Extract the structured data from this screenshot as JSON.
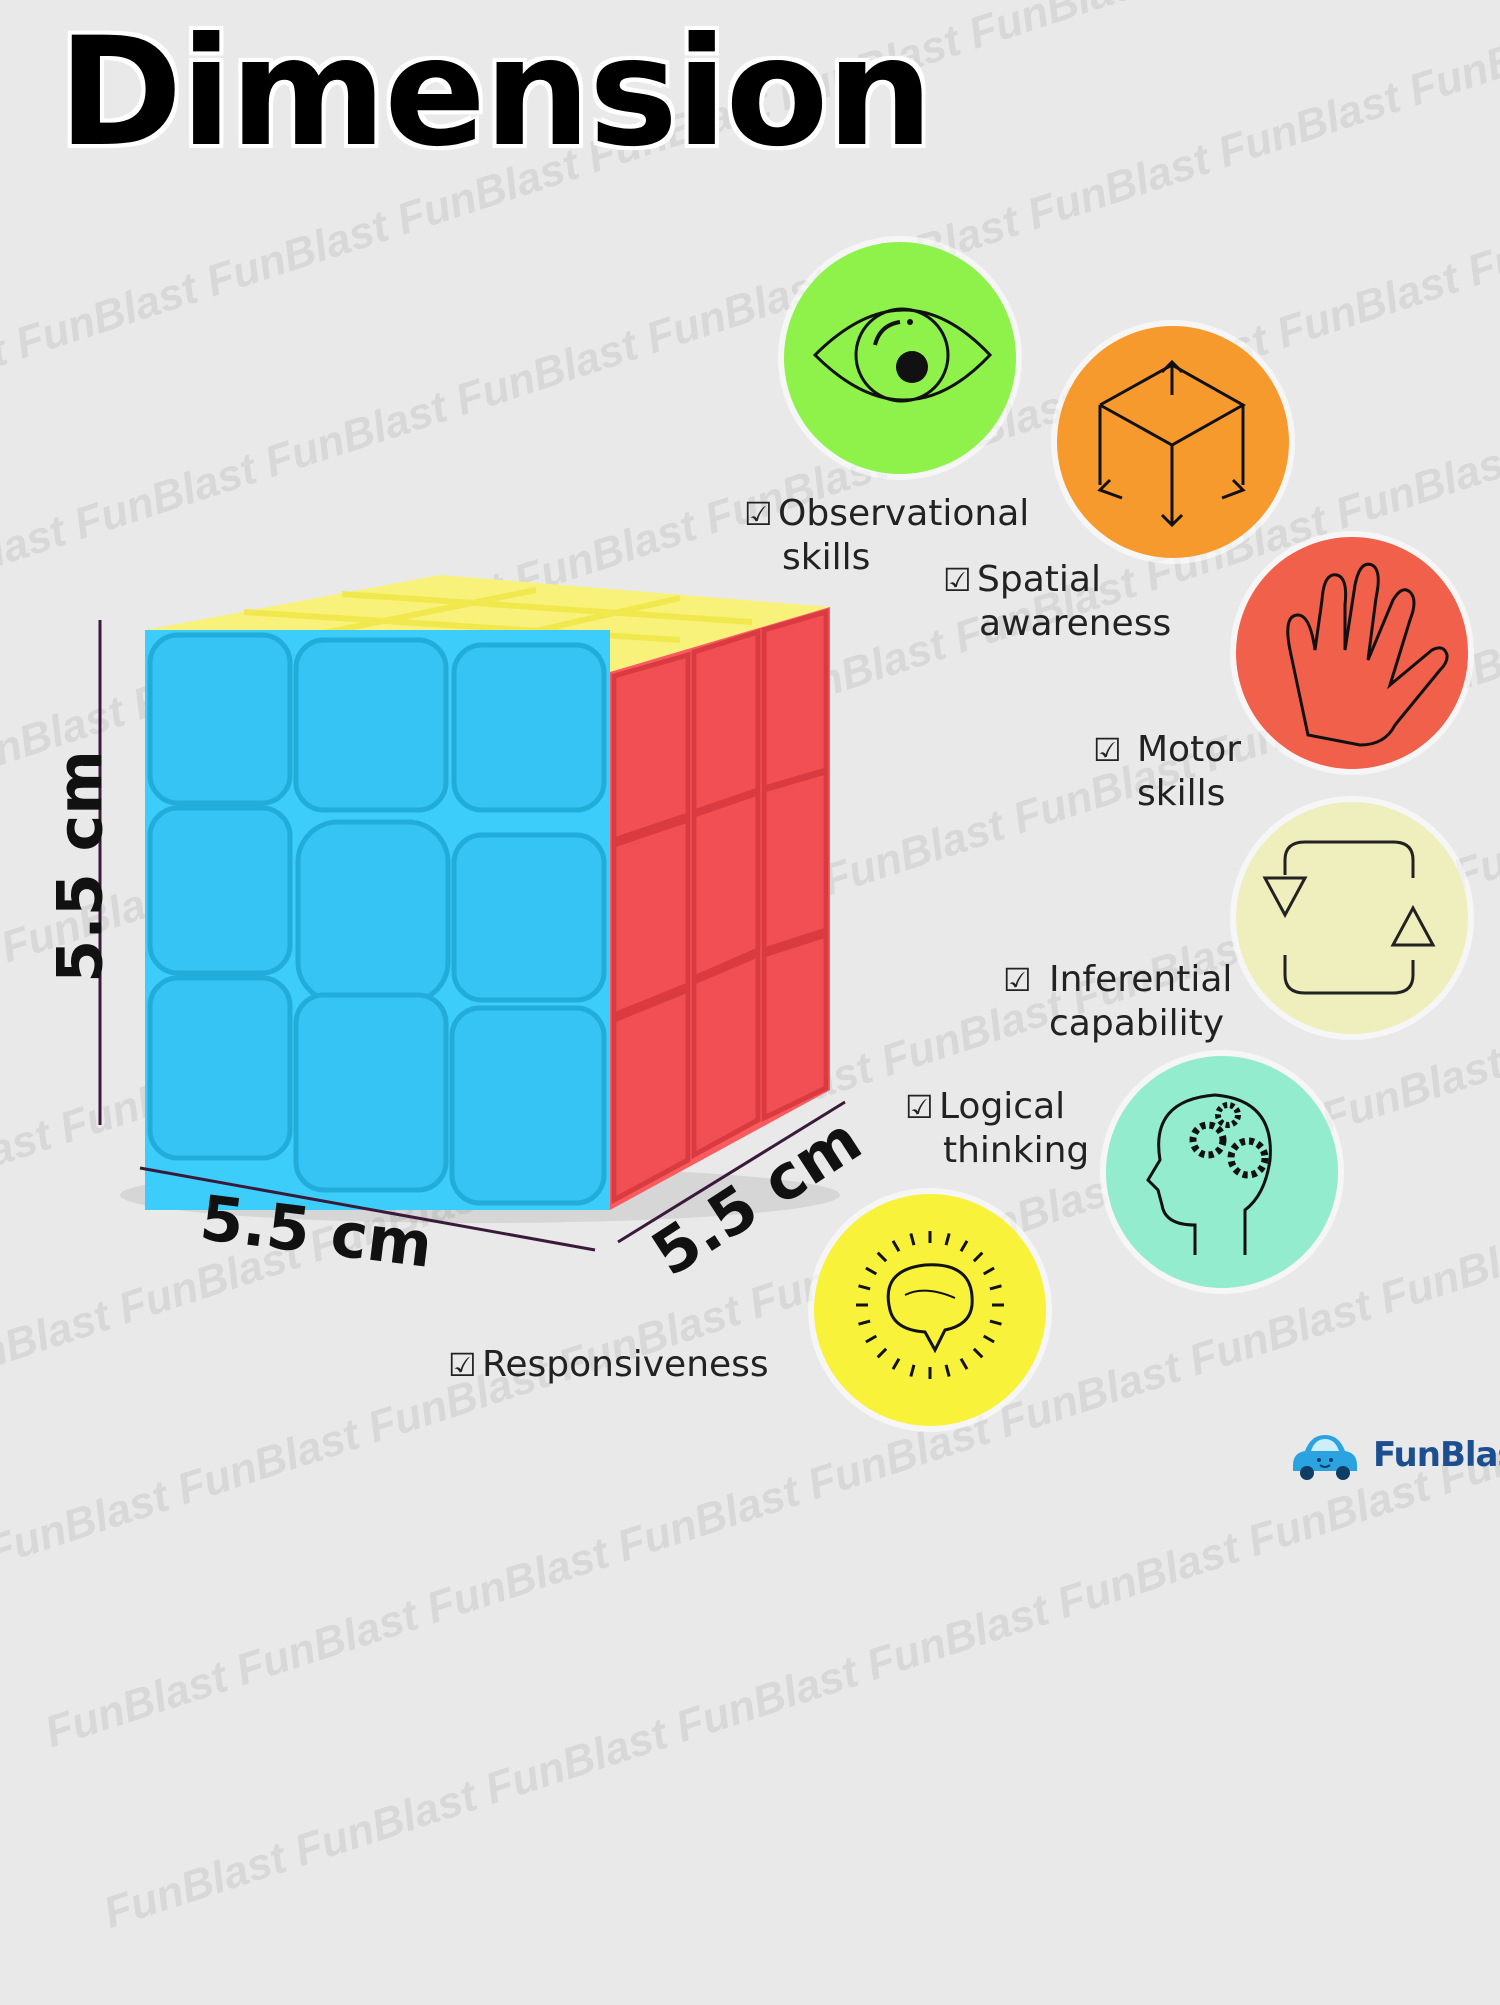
{
  "title": "Dimension",
  "dimensions": {
    "height": "5.5 cm",
    "width": "5.5 cm",
    "depth": "5.5 cm"
  },
  "skills": [
    {
      "check": "☑",
      "line1": "Observational",
      "line2": "skills",
      "icon": "eye-icon",
      "color": "#8ef24a"
    },
    {
      "check": "☑",
      "line1": "Spatial",
      "line2": "awareness",
      "icon": "cube-icon",
      "color": "#f79a2e"
    },
    {
      "check": "☑",
      "line1": "Motor",
      "line2": "skills",
      "icon": "hand-icon",
      "color": "#f0604a"
    },
    {
      "check": "☑",
      "line1": "Inferential",
      "line2": "capability",
      "icon": "cycle-arrows-icon",
      "color": "#efeebd"
    },
    {
      "check": "☑",
      "line1": "Logical",
      "line2": "thinking",
      "icon": "head-gears-icon",
      "color": "#93ecce"
    },
    {
      "check": "☑",
      "line1": "Responsiveness",
      "line2": "",
      "icon": "brain-bulb-icon",
      "color": "#f9f23a"
    }
  ],
  "watermark": "FunBlast",
  "brand": {
    "name": "FunBlast",
    "icon": "car-icon",
    "color": "#1d4e8f"
  },
  "cube_colors": {
    "front": "#3ccdfb",
    "top": "#f8f27a",
    "side": "#f95b5f"
  }
}
